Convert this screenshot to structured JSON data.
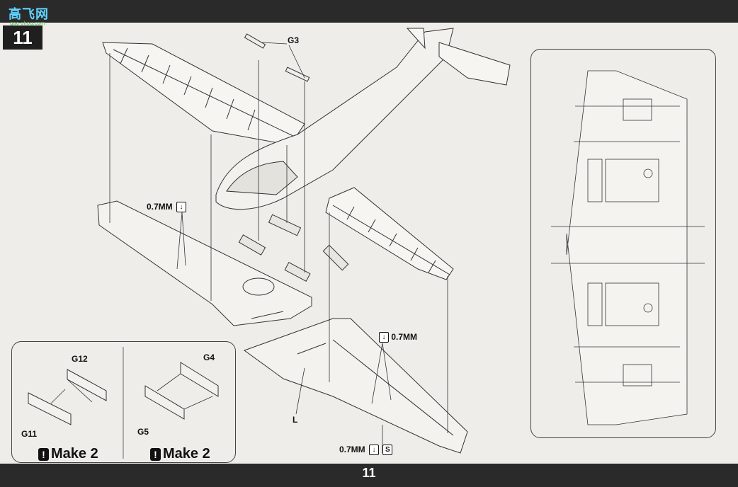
{
  "header": {
    "logo_text": "高飞网",
    "logo_sub": "gao-shou.com",
    "step_number": "11"
  },
  "labels": {
    "g3": "G3",
    "thickness_top": "0.7MM",
    "thickness_mid": "0.7MM",
    "thickness_bottom": "0.7MM",
    "part_l": "L"
  },
  "subassembly_left": {
    "part_a": "G12",
    "part_b": "G11",
    "make_text": "Make 2"
  },
  "subassembly_right": {
    "part_a": "G4",
    "part_b": "G5",
    "make_text": "Make 2"
  },
  "footer": {
    "page_number": "11"
  },
  "icons": {
    "warning": "exclamation-icon",
    "drill": "drill-down-icon",
    "cut": "cut-icon"
  }
}
